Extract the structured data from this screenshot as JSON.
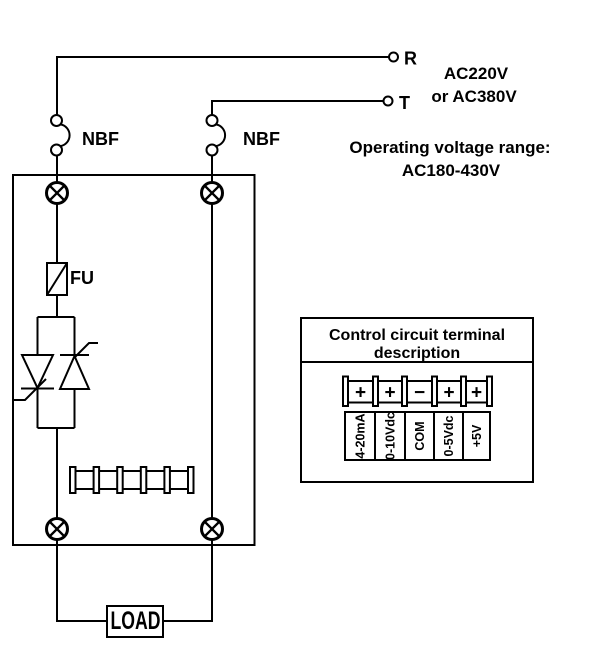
{
  "diagram": {
    "background": "#ffffff",
    "line_color": "#000000",
    "power": {
      "r_label": "R",
      "t_label": "T",
      "voltage_line1": "AC220V",
      "voltage_line2": "or AC380V",
      "range_line1": "Operating voltage range:",
      "range_line2": "AC180-430V"
    },
    "breaker_left_label": "NBF",
    "breaker_right_label": "NBF",
    "fuse_label": "FU",
    "load_label": "LOAD",
    "control_box": {
      "title_line1": "Control circuit terminal",
      "title_line2": "description",
      "signs": [
        "+",
        "+",
        "−",
        "+",
        "+"
      ],
      "labels": [
        "4-20mA",
        "0-10Vdc",
        "COM",
        "0-5Vdc",
        "+5V"
      ]
    }
  }
}
